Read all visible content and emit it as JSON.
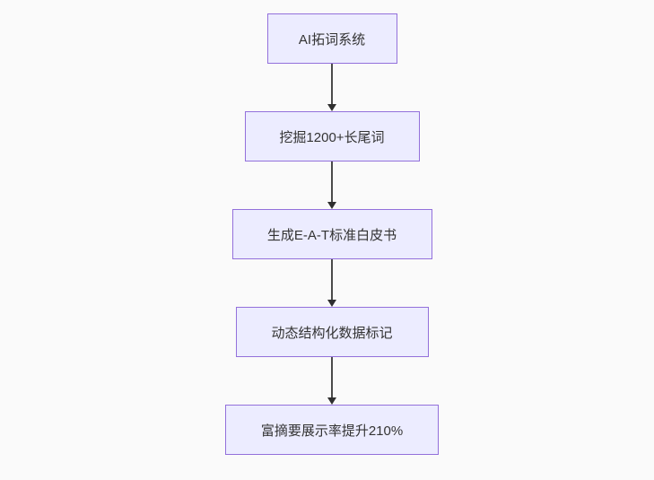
{
  "page": {
    "background_color": "#fafafa"
  },
  "diagram": {
    "type": "flowchart",
    "direction": "top-down",
    "node_fill_color": "#ECECFF",
    "node_border_color": "#9370DB",
    "node_text_color": "#333333",
    "edge_color": "#333333",
    "nodes": [
      {
        "id": "A",
        "label": "AI拓词系统"
      },
      {
        "id": "B",
        "label": "挖掘1200+长尾词"
      },
      {
        "id": "C",
        "label": "生成E-A-T标准白皮书"
      },
      {
        "id": "D",
        "label": "动态结构化数据标记"
      },
      {
        "id": "E",
        "label": "富摘要展示率提升210%"
      }
    ],
    "edges": [
      {
        "from": "AI拓词系统",
        "to": "挖掘1200+长尾词"
      },
      {
        "from": "挖掘1200+长尾词",
        "to": "生成E-A-T标准白皮书"
      },
      {
        "from": "生成E-A-T标准白皮书",
        "to": "动态结构化数据标记"
      },
      {
        "from": "动态结构化数据标记",
        "to": "富摘要展示率提升210%"
      }
    ]
  }
}
